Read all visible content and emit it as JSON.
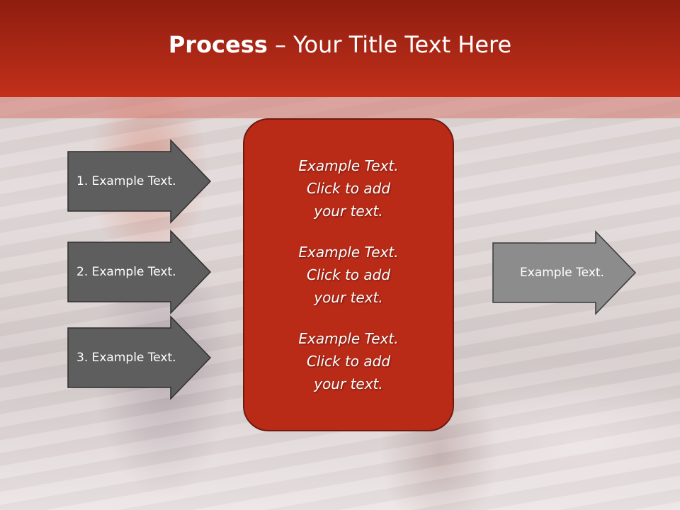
{
  "title": {
    "bold": "Process",
    "rest": " – Your Title Text Here"
  },
  "left_arrows": [
    {
      "label": "1. Example Text."
    },
    {
      "label": "2. Example Text."
    },
    {
      "label": "3. Example Text."
    }
  ],
  "center_box": {
    "blocks": [
      {
        "text": "Example Text.\nClick  to add\nyour text."
      },
      {
        "text": "Example Text.\nClick  to add\nyour text."
      },
      {
        "text": "Example Text.\nClick  to add\nyour text."
      }
    ]
  },
  "right_arrow": {
    "label": "Example Text."
  },
  "colors": {
    "title_bar": "#c2301a",
    "center_box": "#b92a17",
    "left_arrow_fill": "#5e5e5e",
    "right_arrow_fill": "#8c8c8c"
  }
}
